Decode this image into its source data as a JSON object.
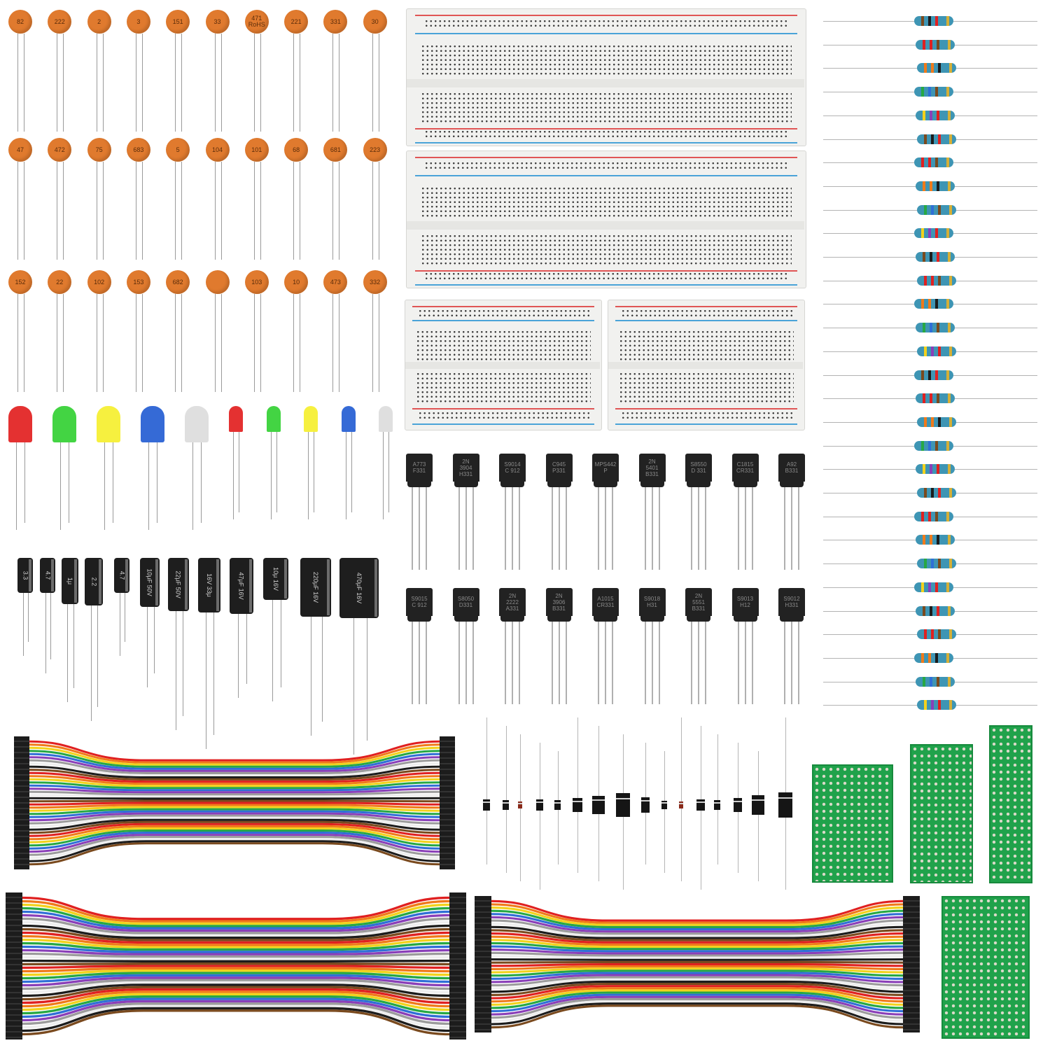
{
  "ceramic_capacitors": {
    "row1": [
      "82",
      "222",
      "2",
      "3",
      "151",
      "33",
      "471\nRoHS",
      "221",
      "331",
      "30"
    ],
    "row2": [
      "47",
      "472",
      "75",
      "683",
      "5",
      "104",
      "101",
      "68",
      "681",
      "223"
    ],
    "row3": [
      "152",
      "22",
      "102",
      "153",
      "682",
      "",
      "103",
      "10",
      "473",
      "332"
    ],
    "color": "#e07a2e"
  },
  "leds": {
    "large": [
      "#e11b1b",
      "#2fcf2f",
      "#f5ee2a",
      "#1f5ad1",
      "#dcdcdc"
    ],
    "small": [
      "#e11b1b",
      "#2fcf2f",
      "#f5ee2a",
      "#1f5ad1",
      "#dcdcdc"
    ]
  },
  "electrolytic_capacitors": [
    "3.3",
    "4.7",
    "1μ",
    "2.2",
    "4.7",
    "10μF\n50V",
    "22μF\n50V",
    "16V\n33μ",
    "47μF\n16V",
    "10μ\n16V",
    "220μF\n16V",
    "470μF\n16V"
  ],
  "transistors": {
    "row1": [
      "A773\nF331",
      "2N\n3904\nH331",
      "S9014\nC 912",
      "C945\nP331",
      "MPS442\nP",
      "2N\n5401\nB331",
      "S8550\nD 331",
      "C1815\nCR331",
      "A92\nB331"
    ],
    "row2": [
      "S9015\nC 912",
      "S8050\nD331",
      "2N\n2222\nA331",
      "2N\n3906\nB331",
      "A1015\nCR331",
      "S9018\nH31",
      "2N\n5551\nB331",
      "S9013\nH12",
      "S9012\nH331"
    ]
  },
  "ribbon_colors": [
    "#e02020",
    "#f07a1a",
    "#f2d21c",
    "#27a844",
    "#2f6fd6",
    "#8a3fb8",
    "#9c9c9c",
    "#ffffff",
    "#1c1c1c",
    "#7a4a1e"
  ],
  "pcb_color": "#20a24b"
}
